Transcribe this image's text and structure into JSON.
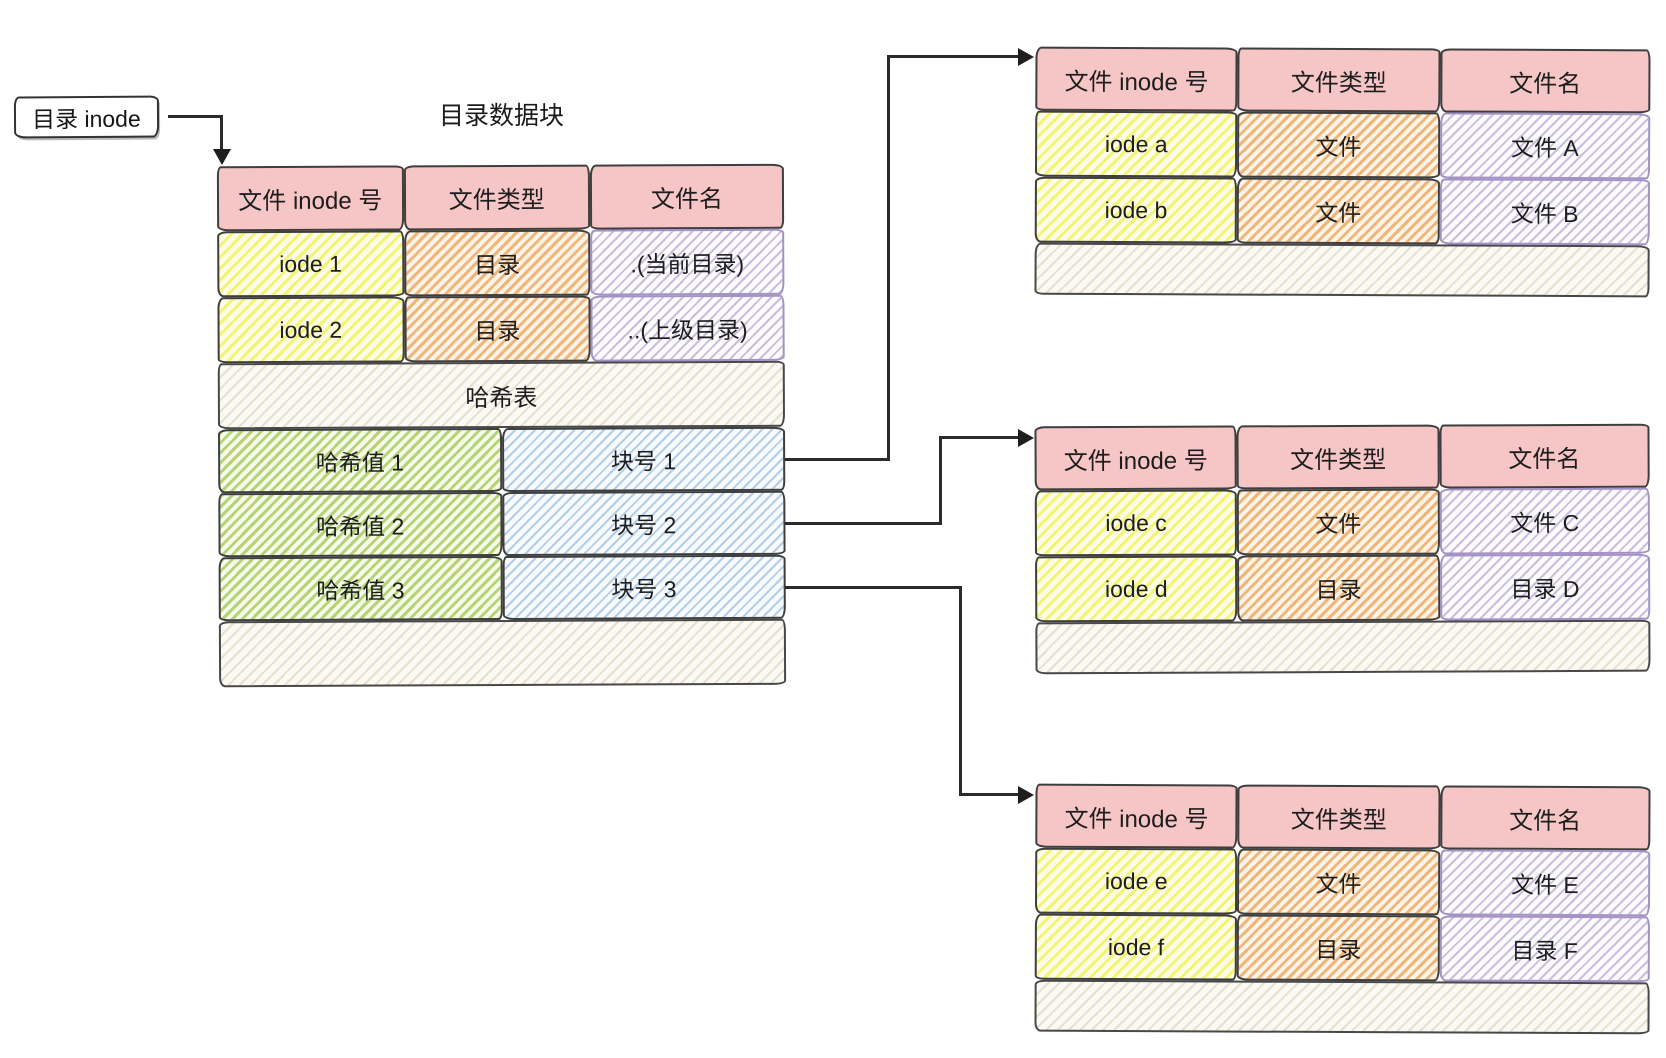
{
  "inode_label": "目录 inode",
  "main_table": {
    "title": "目录数据块",
    "headers": [
      "文件 inode 号",
      "文件类型",
      "文件名"
    ],
    "rows": [
      {
        "inode": "iode 1",
        "type": "目录",
        "name": ".(当前目录)"
      },
      {
        "inode": "iode 2",
        "type": "目录",
        "name": "..(上级目录)"
      }
    ],
    "hash": {
      "title": "哈希表",
      "rows": [
        {
          "hash": "哈希值 1",
          "block": "块号 1"
        },
        {
          "hash": "哈希值 2",
          "block": "块号 2"
        },
        {
          "hash": "哈希值 3",
          "block": "块号 3"
        }
      ]
    }
  },
  "block_tables": [
    {
      "headers": [
        "文件 inode 号",
        "文件类型",
        "文件名"
      ],
      "rows": [
        {
          "inode": "iode a",
          "type": "文件",
          "name": "文件 A"
        },
        {
          "inode": "iode b",
          "type": "文件",
          "name": "文件 B"
        }
      ]
    },
    {
      "headers": [
        "文件 inode 号",
        "文件类型",
        "文件名"
      ],
      "rows": [
        {
          "inode": "iode c",
          "type": "文件",
          "name": "文件 C"
        },
        {
          "inode": "iode d",
          "type": "目录",
          "name": "目录 D"
        }
      ]
    },
    {
      "headers": [
        "文件 inode 号",
        "文件类型",
        "文件名"
      ],
      "rows": [
        {
          "inode": "iode e",
          "type": "文件",
          "name": "文件 E"
        },
        {
          "inode": "iode f",
          "type": "目录",
          "name": "目录 F"
        }
      ]
    }
  ],
  "links": [
    {
      "from": "块号 1",
      "to": "block-table-1"
    },
    {
      "from": "块号 2",
      "to": "block-table-2"
    },
    {
      "from": "块号 3",
      "to": "block-table-3"
    }
  ],
  "colors": {
    "header_pink": "#f5c6c5",
    "yellow_hatch": "#f4f470",
    "orange_hatch": "#eeb67a",
    "purple_hatch": "#c9bedd",
    "purple_border": "#a392c5",
    "green_hatch": "#b5d478",
    "blue_hatch": "#b3cde8",
    "beige_hatch": "#e6dfcc",
    "ink": "#2b2b2b"
  }
}
